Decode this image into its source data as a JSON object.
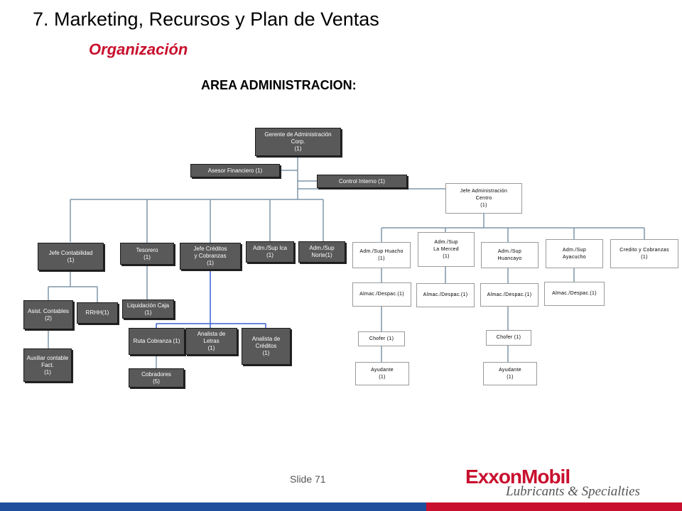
{
  "slide": {
    "title": "7.  Marketing, Recursos y Plan de Ventas",
    "subtitle": "Organización",
    "heading": "AREA ADMINISTRACION:",
    "slide_number": "Slide 71"
  },
  "org": {
    "gerente": "Gerente de Administración\nCorp.\n(1)",
    "asesor": "Asesor Financiero (1)",
    "control": "Control Interno (1)",
    "jefe_admin_centro": "Jefe Administración\nCentro\n(1)",
    "jefe_contabilidad": "Jefe Contabilidad\n(1)",
    "tesorero": "Tesorero\n(1)",
    "jefe_creditos": "Jefe Créditos\ny Cobranzas\n(1)",
    "adm_ica": "Adm./Sup  Ica\n(1)",
    "adm_norte": "Adm./Sup\nNorte(1)",
    "asist_contables": "Asist. Contables\n(2)",
    "rrhh": "RRHH(1)",
    "auxiliar": "Auxiliar contable\nFact.\n(1)",
    "liquidacion": "Liquidación Caja\n(1)",
    "ruta_cobranza": "Ruta Cobranza (1)",
    "analista_letras": "Analista de\nLetras\n(1)",
    "analista_creditos": "Analista de\nCréditos\n(1)",
    "cobradores": "Cobradores\n(5)",
    "adm_huacho": "Adm./Sup Huacho\n(1)",
    "adm_merced": "Adm./Sup\nLa Merced\n(1)",
    "adm_huancayo": "Adm./Sup\nHuancayo",
    "adm_ayacucho": "Adm./Sup\nAyacucho",
    "credito_cobranzas": "Credito y Cobranzas\n(1)",
    "almac1": "Almac./Despac.(1)",
    "almac2": "Almac./Despac.(1)",
    "almac3": "Almac./Despac.(1)",
    "almac4": "Almac./Despac.(1)",
    "chofer1": "Chofer (1)",
    "chofer2": "Chofer (1)",
    "ayudante1": "Ayudante\n(1)",
    "ayudante2": "Ayudante\n(1)"
  },
  "branding": {
    "logo_text": "ExxonMobil",
    "tagline": "Lubricants & Specialties"
  },
  "colors": {
    "accent_red": "#c8102e",
    "footer_blue": "#1f4e9c",
    "footer_red": "#c8102e",
    "dark_box": "#595959",
    "connector_gray": "#7f95a8",
    "connector_blue": "#3a5fcd"
  }
}
